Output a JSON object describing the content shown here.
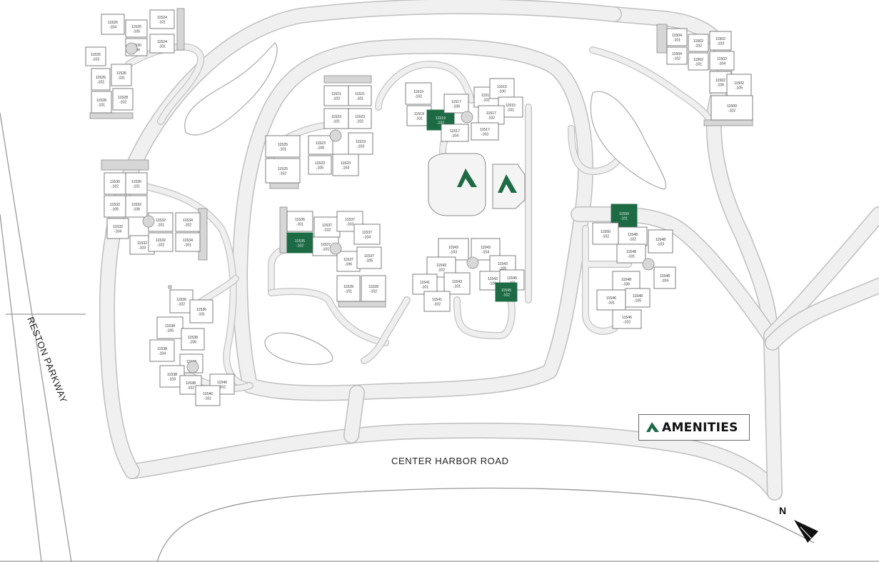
{
  "roads": {
    "center_harbor": "CENTER HARBOR ROAD",
    "reston_parkway": "RESTON PARKWAY"
  },
  "legend": {
    "label": "AMENITIES",
    "icon": "amenity-triangle-icon",
    "color": "#1d6b44"
  },
  "compass": {
    "label": "N",
    "icon": "north-arrow-icon"
  },
  "colors": {
    "highlight": "#1d6b44",
    "road": "#bfbfbf",
    "road_fill": "#f0f0f0"
  },
  "clusters": [
    {
      "id": "c1524",
      "units": [
        {
          "l1": "11526",
          "l2": "-104"
        },
        {
          "l1": "11526",
          "l2": "-105"
        },
        {
          "l1": "11524",
          "l2": "-101"
        },
        {
          "l1": "11526",
          "l2": "-106"
        },
        {
          "l1": "11524",
          "l2": "-101"
        },
        {
          "l1": "11526",
          "l2": "-103"
        },
        {
          "l1": "11526",
          "l2": "-102"
        },
        {
          "l1": "11526",
          "l2": "-101"
        },
        {
          "l1": "11528",
          "l2": "-101"
        },
        {
          "l1": "11528",
          "l2": "-102"
        }
      ]
    },
    {
      "id": "c1521",
      "units": [
        {
          "l1": "11521",
          "l2": "-102"
        },
        {
          "l1": "11521",
          "l2": "-101"
        },
        {
          "l1": "11523",
          "l2": "-101"
        },
        {
          "l1": "11523",
          "l2": "-102"
        },
        {
          "l1": "11525",
          "l2": "-101"
        },
        {
          "l1": "11523",
          "l2": "-106"
        },
        {
          "l1": "11523",
          "l2": "-103"
        },
        {
          "l1": "11525",
          "l2": "-102"
        },
        {
          "l1": "11523",
          "l2": "-105"
        },
        {
          "l1": "11523",
          "l2": "-104"
        }
      ]
    },
    {
      "id": "c1517",
      "units": [
        {
          "l1": "11519",
          "l2": "-102"
        },
        {
          "l1": "11519",
          "l2": "-101"
        },
        {
          "l1": "11519",
          "l2": "-102",
          "hl": true
        },
        {
          "l1": "11517",
          "l2": "-106"
        },
        {
          "l1": "11517",
          "l2": "-101"
        },
        {
          "l1": "11515",
          "l2": "-100"
        },
        {
          "l1": "11515",
          "l2": "-101"
        },
        {
          "l1": "11517",
          "l2": "-102"
        },
        {
          "l1": "11517",
          "l2": "-104"
        },
        {
          "l1": "11517",
          "l2": "-103"
        }
      ]
    },
    {
      "id": "c1502",
      "units": [
        {
          "l1": "11504",
          "l2": "-101"
        },
        {
          "l1": "11502",
          "l2": "-102"
        },
        {
          "l1": "11502",
          "l2": "-103"
        },
        {
          "l1": "11504",
          "l2": "-102"
        },
        {
          "l1": "11502",
          "l2": "-101"
        },
        {
          "l1": "11502",
          "l2": "-104"
        },
        {
          "l1": "11502",
          "l2": "-106"
        },
        {
          "l1": "11502",
          "l2": "-105"
        },
        {
          "l1": "11500",
          "l2": "-102"
        }
      ]
    },
    {
      "id": "c1530",
      "units": [
        {
          "l1": "11530",
          "l2": "-102"
        },
        {
          "l1": "11530",
          "l2": "-101"
        },
        {
          "l1": "11532",
          "l2": "-105"
        },
        {
          "l1": "11532",
          "l2": "-106"
        },
        {
          "l1": "11532",
          "l2": "-104"
        },
        {
          "l1": "11532",
          "l2": "-101"
        },
        {
          "l1": "11534",
          "l2": "-102"
        },
        {
          "l1": "11532",
          "l2": "-103"
        },
        {
          "l1": "11532",
          "l2": "-102"
        },
        {
          "l1": "11534",
          "l2": "-101"
        }
      ]
    },
    {
      "id": "c1535",
      "units": [
        {
          "l1": "11535",
          "l2": "-101"
        },
        {
          "l1": "11537",
          "l2": "-102"
        },
        {
          "l1": "11537",
          "l2": "-103"
        },
        {
          "l1": "11535",
          "l2": "-102",
          "hl": true
        },
        {
          "l1": "11537",
          "l2": "-101"
        },
        {
          "l1": "11537",
          "l2": "-104"
        },
        {
          "l1": "11537",
          "l2": "-106"
        },
        {
          "l1": "11537",
          "l2": "-105"
        },
        {
          "l1": "11539",
          "l2": "-101"
        },
        {
          "l1": "11539",
          "l2": "-102"
        }
      ]
    },
    {
      "id": "c1543",
      "units": [
        {
          "l1": "11543",
          "l2": "-103"
        },
        {
          "l1": "11543",
          "l2": "-104"
        },
        {
          "l1": "11543",
          "l2": "-102"
        },
        {
          "l1": "11543",
          "l2": "-105"
        },
        {
          "l1": "11541",
          "l2": "-101"
        },
        {
          "l1": "11543",
          "l2": "-101"
        },
        {
          "l1": "11543",
          "l2": "-106"
        },
        {
          "l1": "11545",
          "l2": "-101"
        },
        {
          "l1": "11541",
          "l2": "-102"
        },
        {
          "l1": "11545",
          "l2": "-102",
          "hl": true
        }
      ]
    },
    {
      "id": "c1548",
      "units": [
        {
          "l1": "11550",
          "l2": "-101",
          "hl": true
        },
        {
          "l1": "11550",
          "l2": "-102"
        },
        {
          "l1": "11548",
          "l2": "-102"
        },
        {
          "l1": "11548",
          "l2": "-101"
        },
        {
          "l1": "11548",
          "l2": "-103"
        },
        {
          "l1": "11548",
          "l2": "-106"
        },
        {
          "l1": "11548",
          "l2": "-104"
        },
        {
          "l1": "11546",
          "l2": "-101"
        },
        {
          "l1": "11548",
          "l2": "-105"
        },
        {
          "l1": "11546",
          "l2": "-102"
        }
      ]
    },
    {
      "id": "c1536",
      "units": [
        {
          "l1": "11536",
          "l2": "-102"
        },
        {
          "l1": "11536",
          "l2": "-101"
        },
        {
          "l1": "11538",
          "l2": "-105"
        },
        {
          "l1": "11538",
          "l2": "-106"
        },
        {
          "l1": "11538",
          "l2": "-104"
        },
        {
          "l1": "11538",
          "l2": "-101"
        },
        {
          "l1": "11538",
          "l2": "-103"
        },
        {
          "l1": "11538",
          "l2": "-102"
        },
        {
          "l1": "11540",
          "l2": "-102"
        },
        {
          "l1": "11540",
          "l2": "-101"
        }
      ]
    }
  ]
}
